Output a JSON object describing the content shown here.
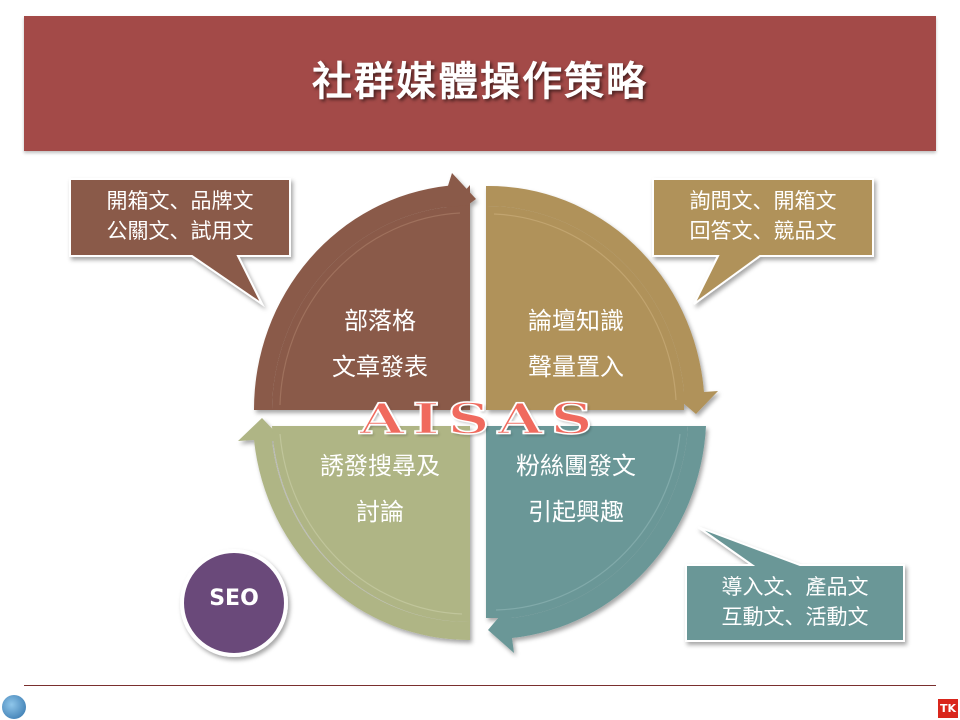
{
  "title": "社群媒體操作策略",
  "quadrants": {
    "top_left": {
      "line1": "部落格",
      "line2": "文章發表",
      "color": "#8a5a48"
    },
    "top_right": {
      "line1": "論壇知識",
      "line2": "聲量置入",
      "color": "#b0925a"
    },
    "bottom_right": {
      "line1": "粉絲團發文",
      "line2": "引起興趣",
      "color": "#6b9797"
    },
    "bottom_left": {
      "line1": "誘發搜尋及",
      "line2": "討論",
      "color": "#afb585"
    }
  },
  "callouts": {
    "top_left": {
      "line1": "開箱文、品牌文",
      "line2": "公關文、試用文",
      "color": "#8a5a48"
    },
    "top_right": {
      "line1": "詢問文、開箱文",
      "line2": "回答文、競品文",
      "color": "#b0925a"
    },
    "bottom_right": {
      "line1": "導入文、產品文",
      "line2": "互動文、活動文",
      "color": "#6b9797"
    }
  },
  "center_label": "AISAS",
  "seo_badge": {
    "label": "SEO",
    "color": "#6a4a7a"
  },
  "footer": {
    "corner_mark": "TK",
    "accent": "#7a2f2e"
  },
  "colors": {
    "title_bar": "#a34a48",
    "aisas_text": "#f06a5e"
  }
}
